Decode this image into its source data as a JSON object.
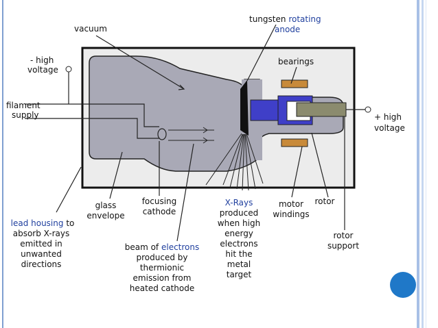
{
  "diagram": {
    "labels": {
      "vacuum": "vacuum",
      "tungsten": "tungsten",
      "rotating": "rotating",
      "anode": "anode",
      "bearings": "bearings",
      "minus": "- high",
      "minus_voltage": "voltage",
      "filament": "filament",
      "supply": "supply",
      "plus": "+ high",
      "plus_voltage": "voltage",
      "glass1": "glass",
      "glass2": "envelope",
      "focusing1": "focusing",
      "focusing2": "cathode",
      "xrays": "X-Rays",
      "produced_lines": [
        "produced",
        "when high",
        "energy",
        "electrons",
        "hit the",
        "metal",
        "target"
      ],
      "motor1": "motor",
      "motor2": "windings",
      "rotor": "rotor",
      "rotor_support1": "rotor",
      "rotor_support2": "support",
      "lead_blue": "lead housing",
      "lead_to": " to",
      "lead_lines": [
        "absorb X-rays",
        "emitted in",
        "unwanted",
        "directions"
      ],
      "beam_of": "beam of ",
      "beam_electrons": "electrons",
      "beam_lines": [
        "produced by",
        "thermionic",
        "emission from",
        "heated cathode"
      ]
    },
    "colors": {
      "housing": "#ececec",
      "glass": "#a9a9b6",
      "bearing": "#c88a3a",
      "rotor_blue": "#3f3fc8",
      "label_blue": "#1f3f9e",
      "accent_dot": "#1f78c8"
    }
  }
}
